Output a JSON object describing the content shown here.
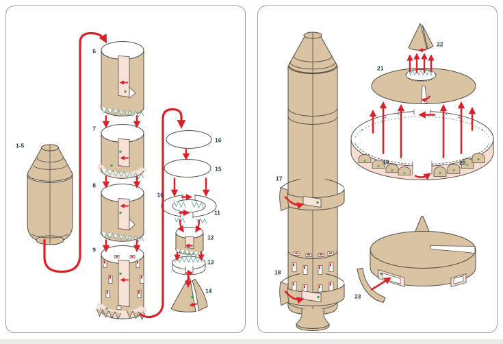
{
  "document": {
    "kind": "paper-model assembly instruction sheet",
    "panel_count": 2
  },
  "colors": {
    "card_tan": "#d9c3a3",
    "card_pink": "#f8e2d7",
    "outline": "#4f4a42",
    "arrow_red": "#d7222b",
    "teeth_teal": "#6aa6a1",
    "dot_green": "#3f9e4a",
    "label_ink": "#233c46",
    "panel_border": "#9aa0a2",
    "background": "#ffffff"
  },
  "panels": {
    "left": {
      "parts": {
        "capsule": "1-5",
        "cyl6": "6",
        "cyl7": "7",
        "cyl8": "8",
        "cyl9": "9",
        "ring10": "10",
        "ring11": "11",
        "cyl12": "12",
        "toothring13": "13",
        "cone14": "14",
        "disc15": "15",
        "disc16": "16"
      }
    },
    "right": {
      "parts": {
        "band17": "17",
        "band18": "18",
        "band19": "19",
        "band20": "20",
        "disc21": "21",
        "cone22": "22",
        "strip23": "23"
      }
    }
  }
}
